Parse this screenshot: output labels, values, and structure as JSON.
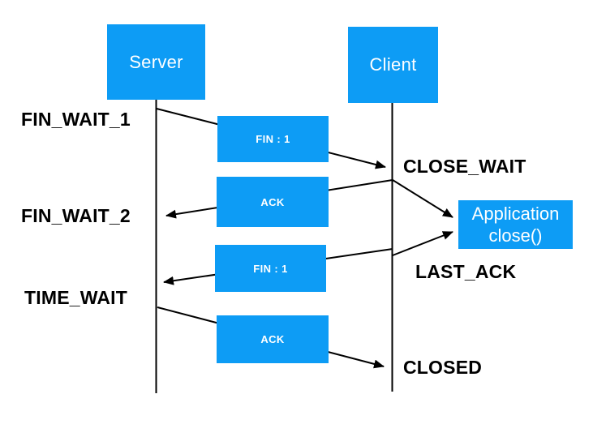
{
  "diagram": {
    "actors": {
      "server": "Server",
      "client": "Client"
    },
    "states": {
      "fin_wait_1": "FIN_WAIT_1",
      "close_wait": "CLOSE_WAIT",
      "fin_wait_2": "FIN_WAIT_2",
      "last_ack": "LAST_ACK",
      "time_wait": "TIME_WAIT",
      "closed": "CLOSED"
    },
    "messages": {
      "fin_1": "FIN : 1",
      "ack_1": "ACK",
      "fin_2": "FIN : 1",
      "ack_2": "ACK"
    },
    "annotation": {
      "line1": "Application",
      "line2": "close()"
    },
    "colors": {
      "box_blue": "#0d9cf5",
      "box_text": "#ffffff",
      "line_black": "#000000",
      "label_black": "#000000",
      "background": "#ffffff"
    }
  }
}
